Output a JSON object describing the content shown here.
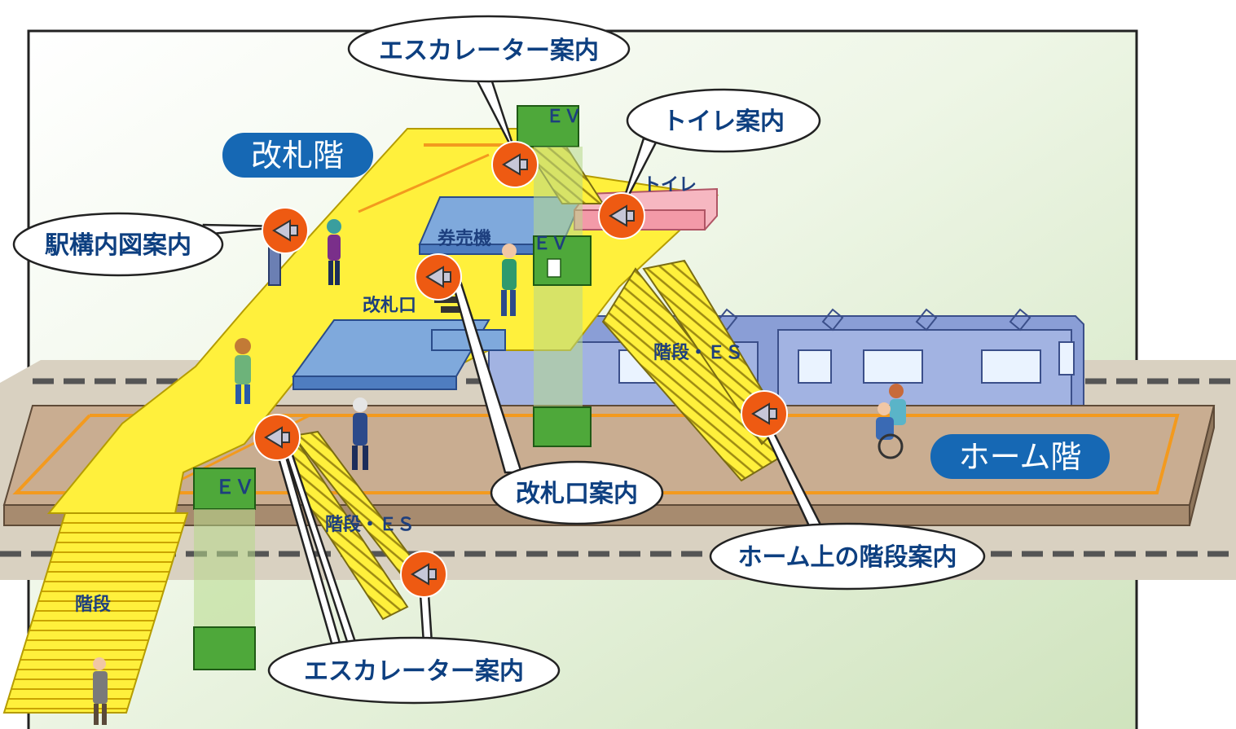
{
  "floors": {
    "concourse": "改札階",
    "platform": "ホーム階"
  },
  "callouts": {
    "escalator_top": "エスカレーター案内",
    "toilet": "トイレ案内",
    "station_map": "駅構内図案内",
    "ticket_gate": "改札口案内",
    "platform_stairs": "ホーム上の階段案内",
    "escalator_bottom": "エスカレーター案内"
  },
  "labels": {
    "ev_top": "ＥＶ",
    "ev_mid": "ＥＶ",
    "ev_bottom": "ＥＶ",
    "toilet": "トイレ",
    "ticket_machine": "券売機",
    "ticket_gate": "改札口",
    "stairs_es_right": "階段・ＥＳ",
    "stairs_es_left": "階段・ＥＳ",
    "stairs": "階段"
  },
  "colors": {
    "background": "#e3efd5",
    "concourse_yellow": "#fff03c",
    "tactile_orange": "#f39a1e",
    "platform": "#c9ad91",
    "track": "#d9d1c1",
    "train": "#8a9ed6",
    "elevator_green": "#4ea83a",
    "speaker_orange": "#ee5a12",
    "callout_text": "#0d3f80",
    "floor_badge": "#1668b4",
    "toilet_pink": "#f6b7c1",
    "gate_blue": "#7fa9dc"
  },
  "icons": [
    "speaker-icon",
    "person-icon",
    "wheelchair-icon",
    "elevator-icon"
  ]
}
